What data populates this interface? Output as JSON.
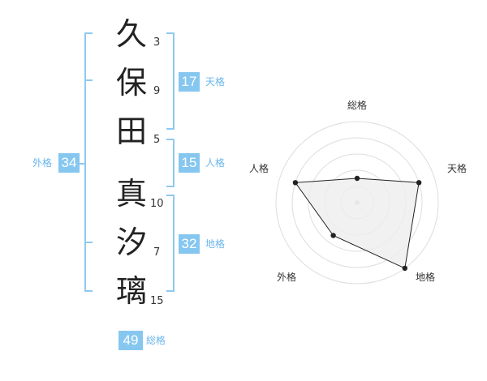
{
  "name": {
    "chars": [
      {
        "char": "久",
        "strokes": "3"
      },
      {
        "char": "保",
        "strokes": "9"
      },
      {
        "char": "田",
        "strokes": "5"
      },
      {
        "char": "真",
        "strokes": "10"
      },
      {
        "char": "汐",
        "strokes": "7"
      },
      {
        "char": "璃",
        "strokes": "15"
      }
    ]
  },
  "fortune": {
    "tenkaku": {
      "label": "天格",
      "value": "17"
    },
    "jinkaku": {
      "label": "人格",
      "value": "15"
    },
    "chikaku": {
      "label": "地格",
      "value": "32"
    },
    "gaikaku": {
      "label": "外格",
      "value": "34"
    },
    "soukaku": {
      "label": "総格",
      "value": "49"
    }
  },
  "radar": {
    "axes": [
      "総格",
      "天格",
      "地格",
      "外格",
      "人格"
    ],
    "levels": [
      1,
      2,
      3,
      4,
      5
    ],
    "values": [
      1.5,
      4,
      5,
      2.5,
      4
    ]
  },
  "colors": {
    "accent": "#86c7f0",
    "bracket": "#8fc9f1",
    "label": "#69b6ec",
    "radar_fill": "#eeeeee"
  }
}
